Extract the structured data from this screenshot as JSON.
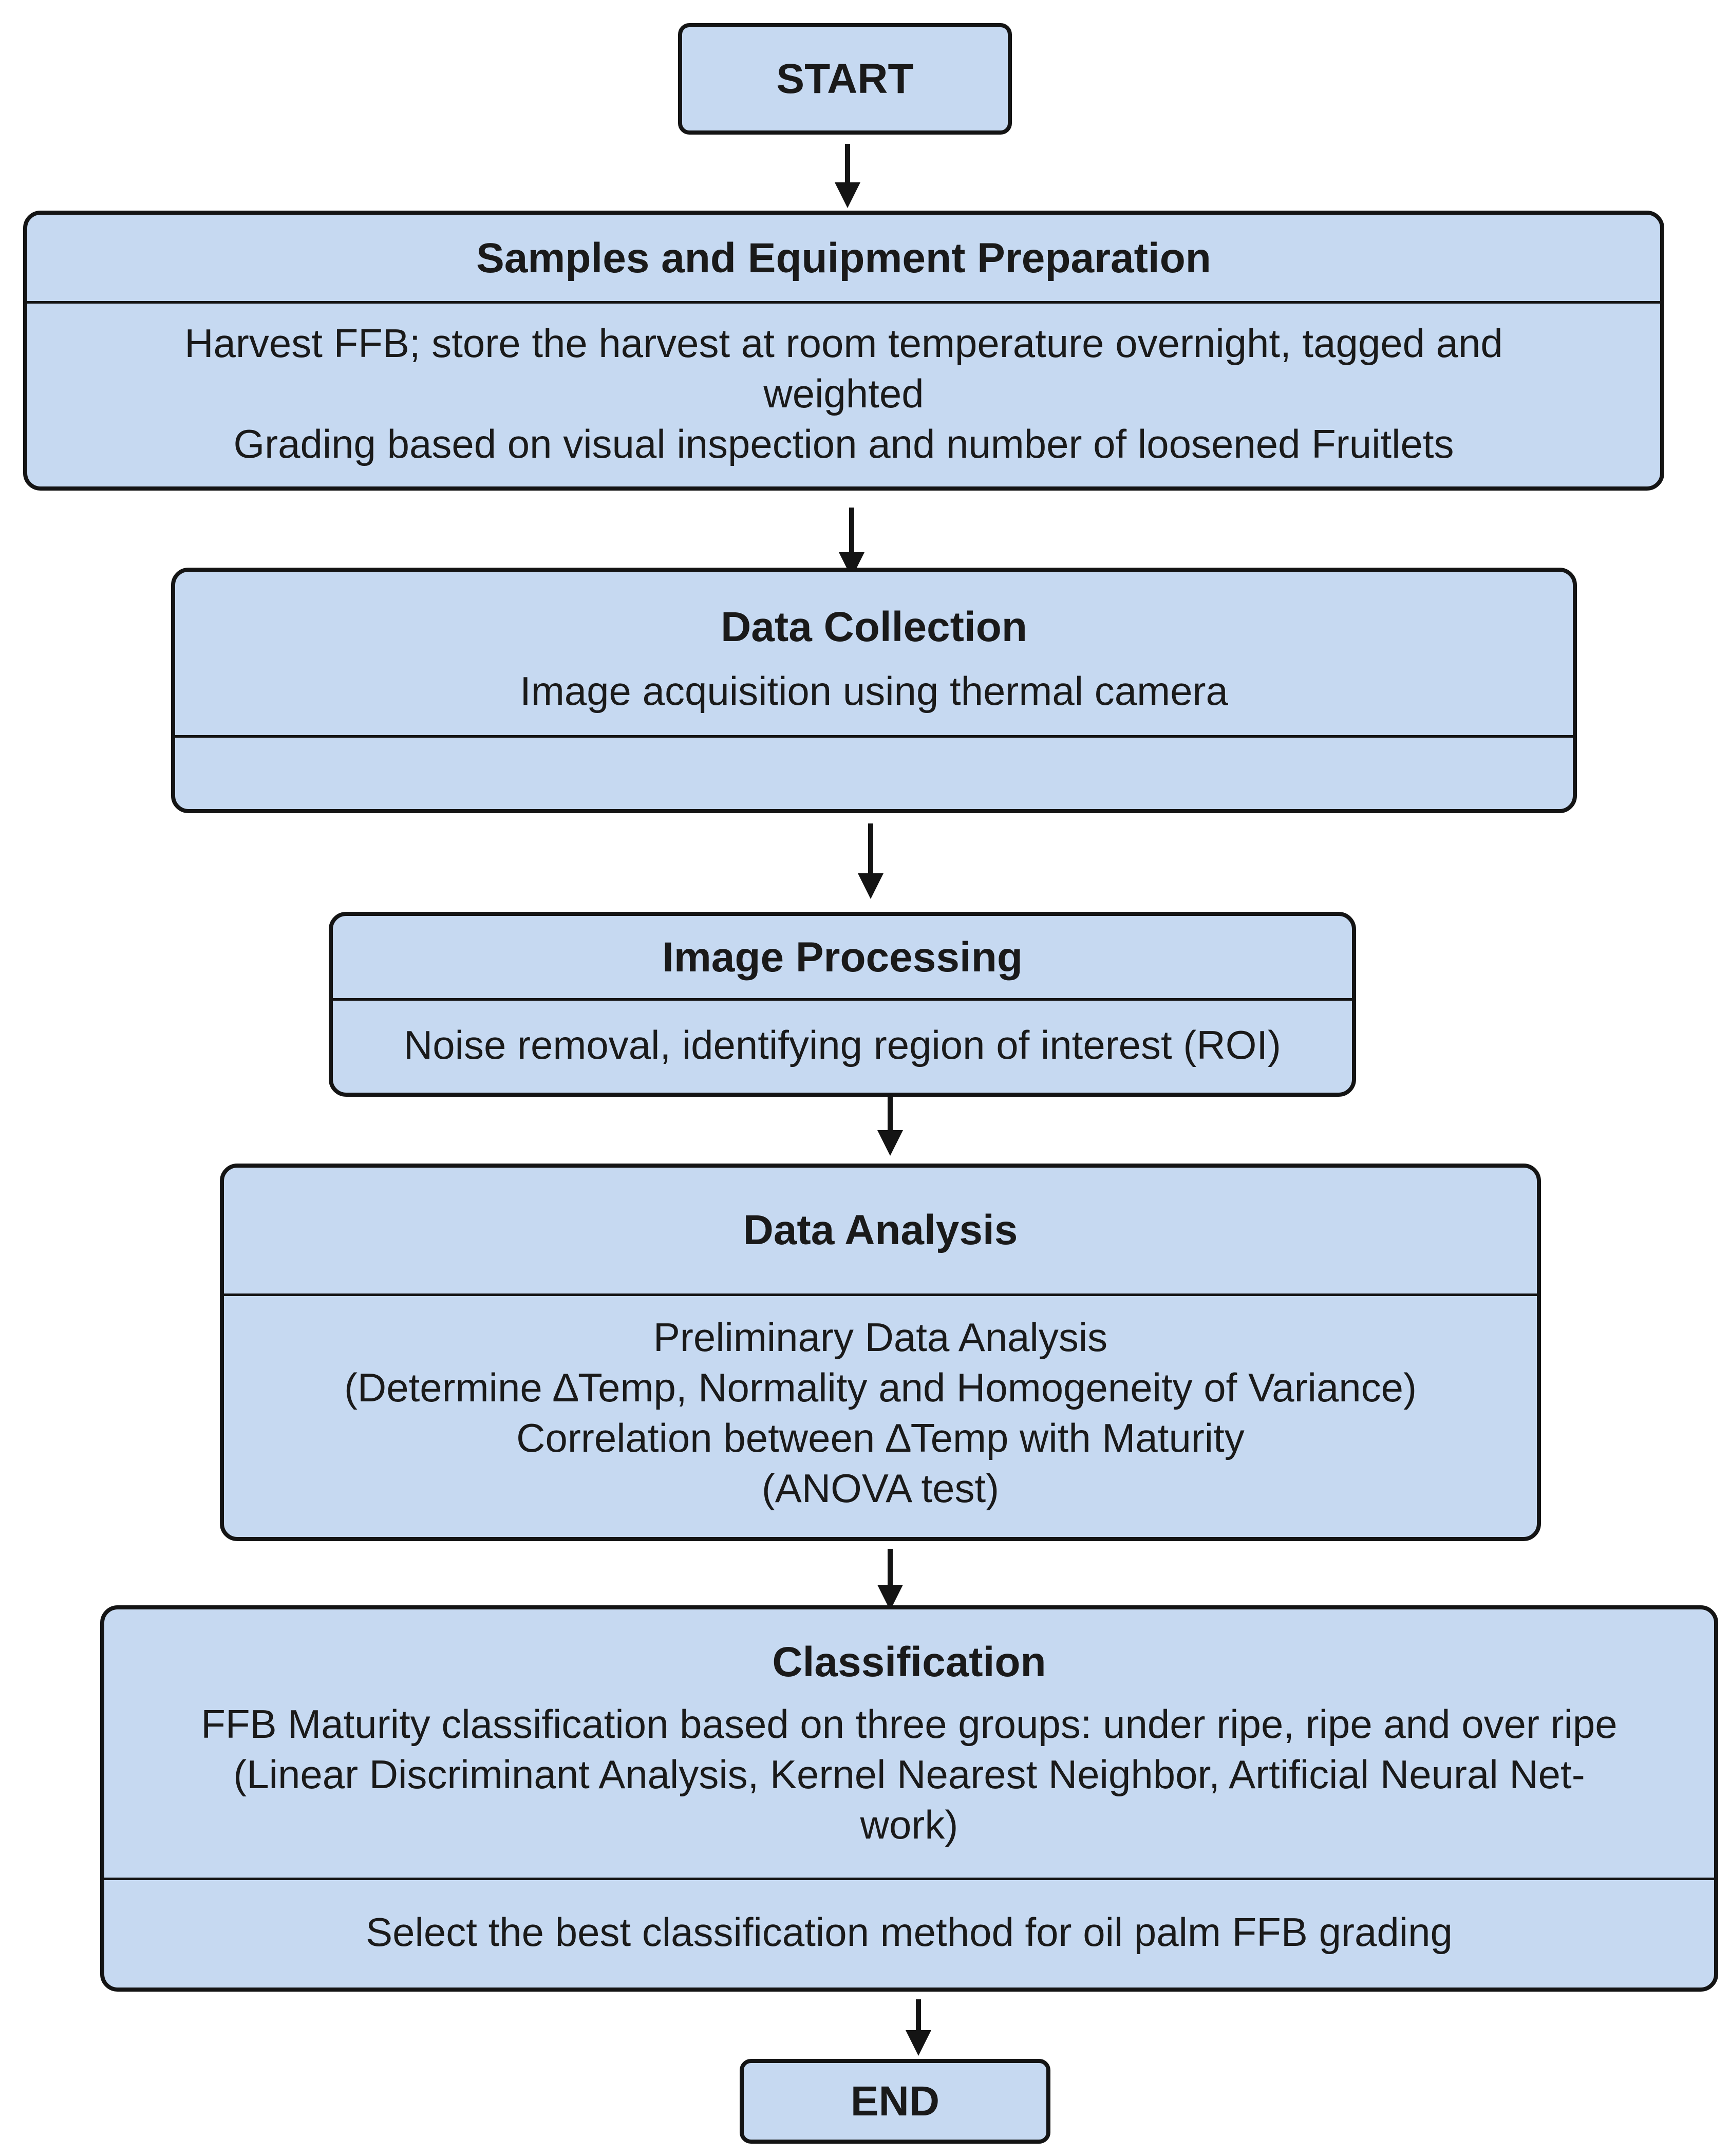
{
  "start": {
    "label": "START"
  },
  "end": {
    "label": "END"
  },
  "steps": [
    {
      "title": "Samples and Equipment Preparation",
      "lines": [
        "Harvest FFB; store the harvest at room temperature overnight, tagged and",
        "weighted",
        "Grading based on visual inspection and number of loosened Fruitlets"
      ]
    },
    {
      "title": "Data Collection",
      "lines": [
        "Image acquisition using thermal camera"
      ]
    },
    {
      "title": "Image Processing",
      "lines": [
        "Noise removal, identifying region of interest (ROI)"
      ]
    },
    {
      "title": "Data Analysis",
      "lines": [
        "Preliminary Data Analysis",
        "(Determine ∆Temp, Normality and Homogeneity of Variance)",
        "Correlation between ∆Temp with Maturity",
        "(ANOVA test)"
      ]
    },
    {
      "title": "Classification",
      "lines": [
        "FFB Maturity classification based on three groups: under ripe, ripe and over ripe",
        "(Linear Discriminant Analysis, Kernel Nearest Neighbor, Artificial Neural Net-",
        "work)"
      ],
      "footer": "Select the best classification method for oil palm FFB grading"
    }
  ]
}
